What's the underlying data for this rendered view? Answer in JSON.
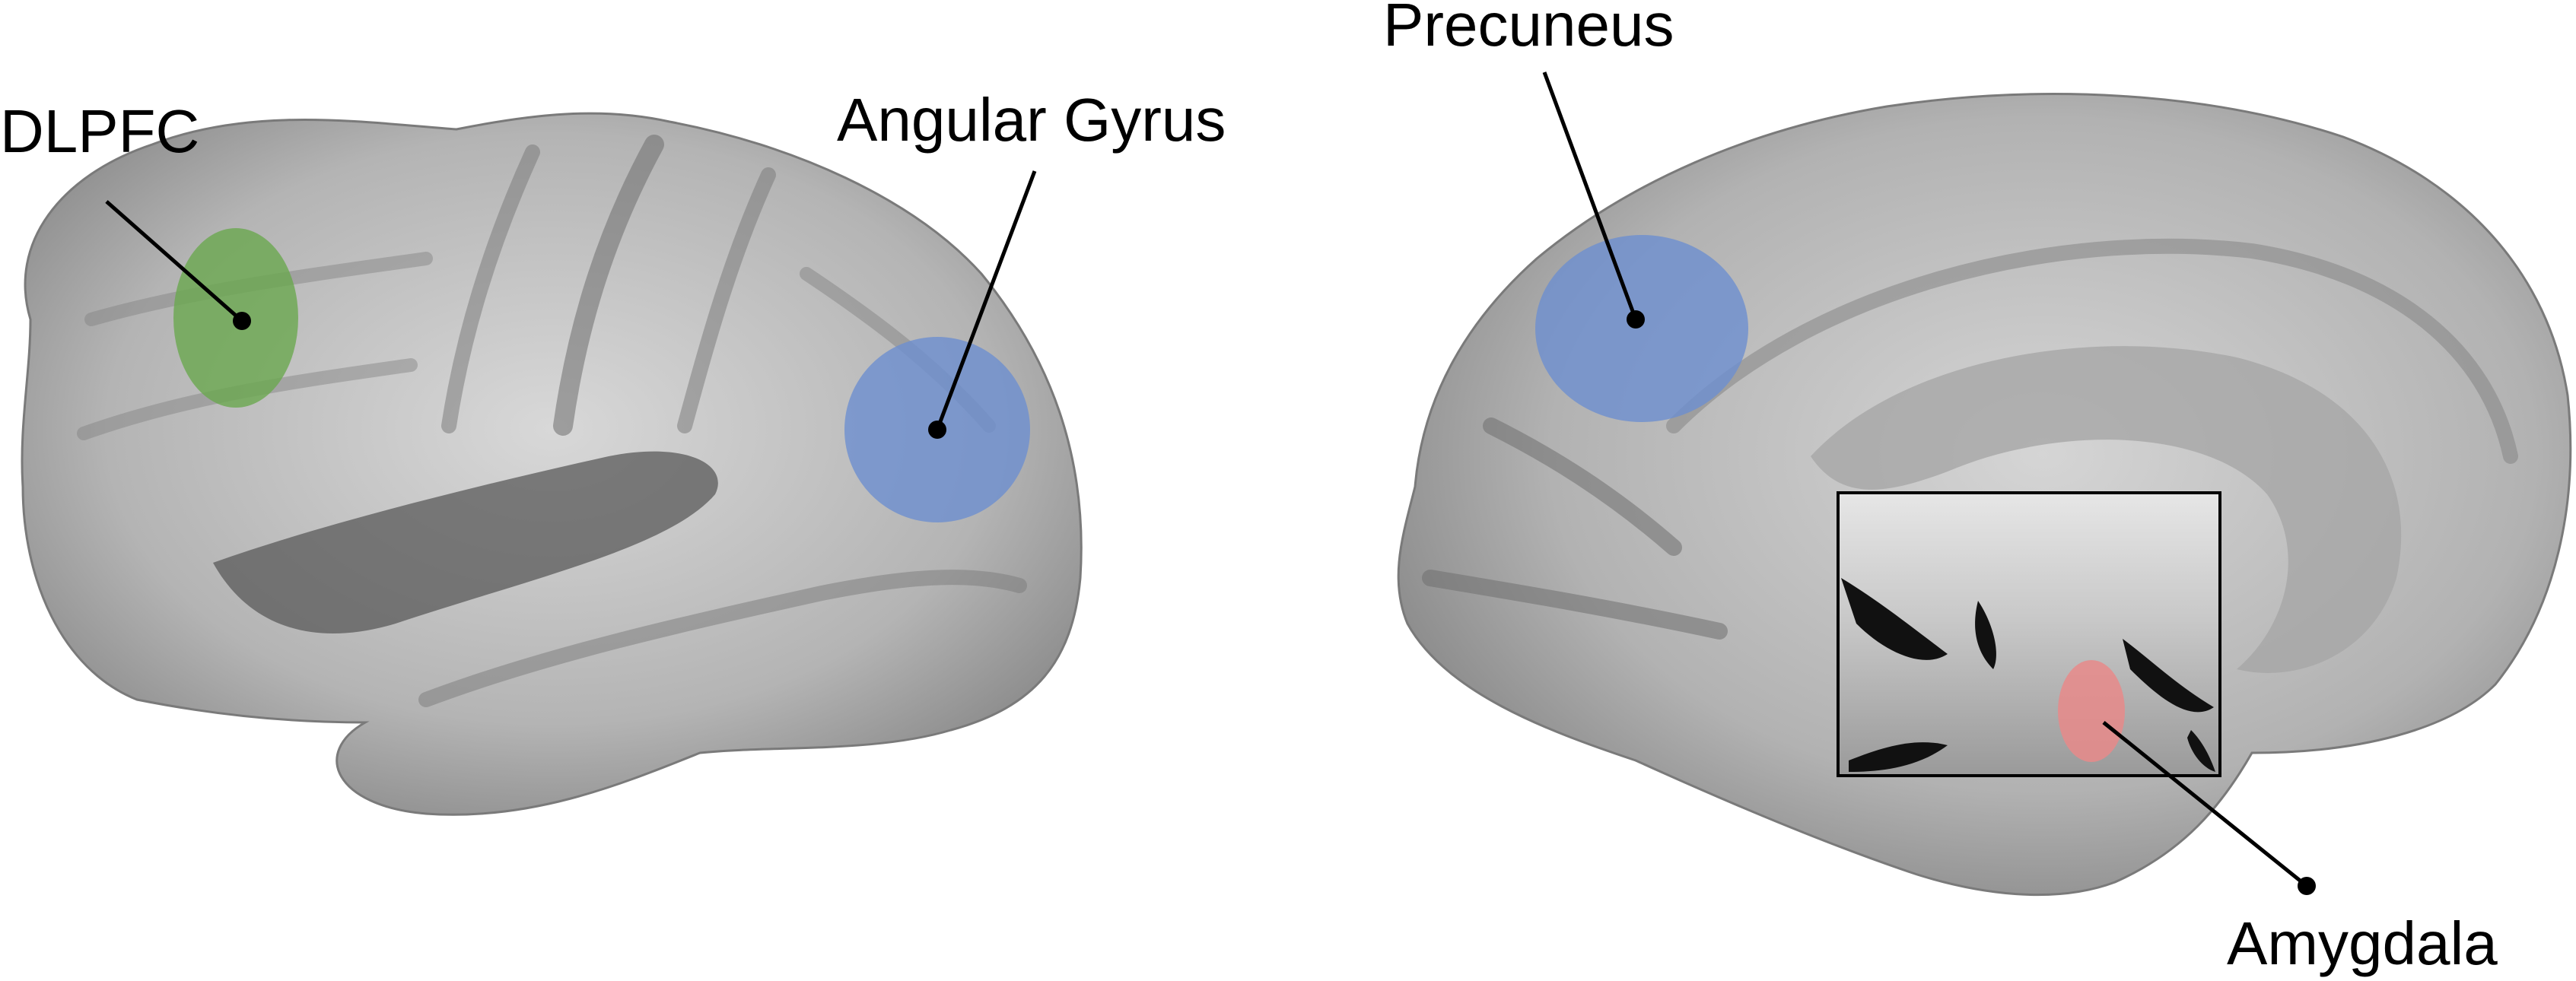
{
  "labels": {
    "dlpfc": "DLPFC",
    "angular_gyrus": "Angular Gyrus",
    "precuneus": "Precuneus",
    "amygdala": "Amygdala"
  },
  "colors": {
    "background": "#ffffff",
    "cortex_light": "#c9c9c9",
    "cortex_dark": "#4a4a4a",
    "dlpfc_region": "#6aa84f",
    "angular_gyrus_region": "#6d8fd0",
    "precuneus_region": "#6d8fd0",
    "amygdala_region": "#e88a8a",
    "pointer_line": "#000000"
  }
}
